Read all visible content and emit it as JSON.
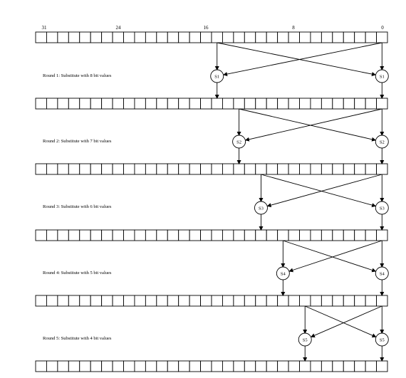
{
  "bit_ticks": [
    "31",
    "24",
    "16",
    "8",
    "0"
  ],
  "register_bits": 32,
  "rounds": [
    {
      "label": "Round 1: Substitute with 8 bit values",
      "box": "S1",
      "width": 8
    },
    {
      "label": "Round 2: Substitute with 7 bit values",
      "box": "S2",
      "width": 7
    },
    {
      "label": "Round 3: Substitute with 6 bit values",
      "box": "S3",
      "width": 6
    },
    {
      "label": "Round 4: Substitute with 5 bit values",
      "box": "S4",
      "width": 5
    },
    {
      "label": "Round 5: Substitute with 4 bit values",
      "box": "S5",
      "width": 4
    }
  ],
  "colors": {
    "stroke": "#000000",
    "fill": "#ffffff"
  }
}
